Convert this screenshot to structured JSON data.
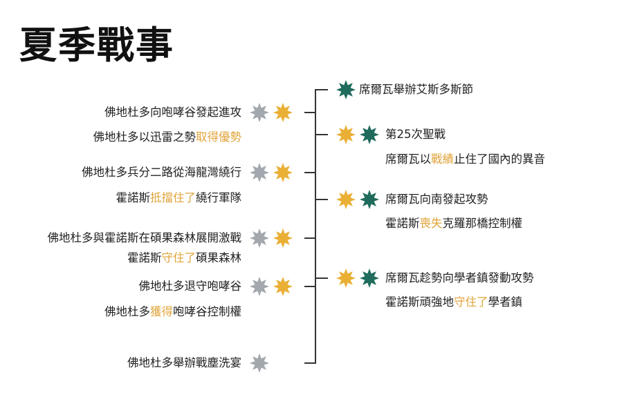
{
  "title": "夏季戰事",
  "colors": {
    "grey_star": "#a3a8ae",
    "gold_star": "#e9b035",
    "green_star": "#1f6b5c",
    "highlight": "#e0a43a",
    "line": "#333333"
  },
  "left_events": [
    {
      "id": "l1",
      "parts": [
        {
          "t": "佛地杜多向咆哮谷發起進攻",
          "hl": false
        }
      ],
      "stars": [
        "grey",
        "gold"
      ]
    },
    {
      "id": "l2",
      "parts": [
        {
          "t": "佛地杜多以迅雷之勢",
          "hl": false
        },
        {
          "t": "取得優勢",
          "hl": true
        }
      ],
      "stars": []
    },
    {
      "id": "l3",
      "parts": [
        {
          "t": "佛地杜多兵分二路從海龍灣繞行",
          "hl": false
        }
      ],
      "stars": [
        "grey",
        "gold"
      ]
    },
    {
      "id": "l4",
      "parts": [
        {
          "t": "霍諾斯",
          "hl": false
        },
        {
          "t": "抵擋住了",
          "hl": true
        },
        {
          "t": "繞行軍隊",
          "hl": false
        }
      ],
      "stars": []
    },
    {
      "id": "l5",
      "parts": [
        {
          "t": "佛地杜多與霍諾斯在碩果森林展開激戰",
          "hl": false
        }
      ],
      "stars": [
        "grey",
        "gold"
      ]
    },
    {
      "id": "l6",
      "parts": [
        {
          "t": "霍諾斯",
          "hl": false
        },
        {
          "t": "守住了",
          "hl": true
        },
        {
          "t": "碩果森林",
          "hl": false
        }
      ],
      "stars": []
    },
    {
      "id": "l7",
      "parts": [
        {
          "t": "佛地杜多退守咆哮谷",
          "hl": false
        }
      ],
      "stars": [
        "grey",
        "gold"
      ]
    },
    {
      "id": "l8",
      "parts": [
        {
          "t": "佛地杜多",
          "hl": false
        },
        {
          "t": "獲得",
          "hl": true
        },
        {
          "t": "咆哮谷控制權",
          "hl": false
        }
      ],
      "stars": []
    },
    {
      "id": "l9",
      "parts": [
        {
          "t": "佛地杜多舉辦戰塵洗宴",
          "hl": false
        }
      ],
      "stars": [
        "grey"
      ]
    }
  ],
  "right_events": [
    {
      "id": "r1",
      "parts": [
        {
          "t": "席爾瓦舉辦艾斯多斯節",
          "hl": false
        }
      ],
      "stars": [
        "green"
      ]
    },
    {
      "id": "r2",
      "parts": [
        {
          "t": "第25次聖戰",
          "hl": false
        }
      ],
      "stars": [
        "gold",
        "green"
      ]
    },
    {
      "id": "r3",
      "parts": [
        {
          "t": "席爾瓦以",
          "hl": false
        },
        {
          "t": "戰績",
          "hl": true
        },
        {
          "t": "止住了國內的異音",
          "hl": false
        }
      ],
      "stars": []
    },
    {
      "id": "r4",
      "parts": [
        {
          "t": "席爾瓦向南發起攻勢",
          "hl": false
        }
      ],
      "stars": [
        "gold",
        "green"
      ]
    },
    {
      "id": "r5",
      "parts": [
        {
          "t": "霍諾斯",
          "hl": false
        },
        {
          "t": "喪失",
          "hl": true
        },
        {
          "t": "克羅那橋控制權",
          "hl": false
        }
      ],
      "stars": []
    },
    {
      "id": "r6",
      "parts": [
        {
          "t": "席爾瓦趁勢向學者鎮發動攻勢",
          "hl": false
        }
      ],
      "stars": [
        "gold",
        "green"
      ]
    },
    {
      "id": "r7",
      "parts": [
        {
          "t": "霍諾斯頑強地",
          "hl": false
        },
        {
          "t": "守住了",
          "hl": true
        },
        {
          "t": "學者鎮",
          "hl": false
        }
      ],
      "stars": []
    }
  ]
}
